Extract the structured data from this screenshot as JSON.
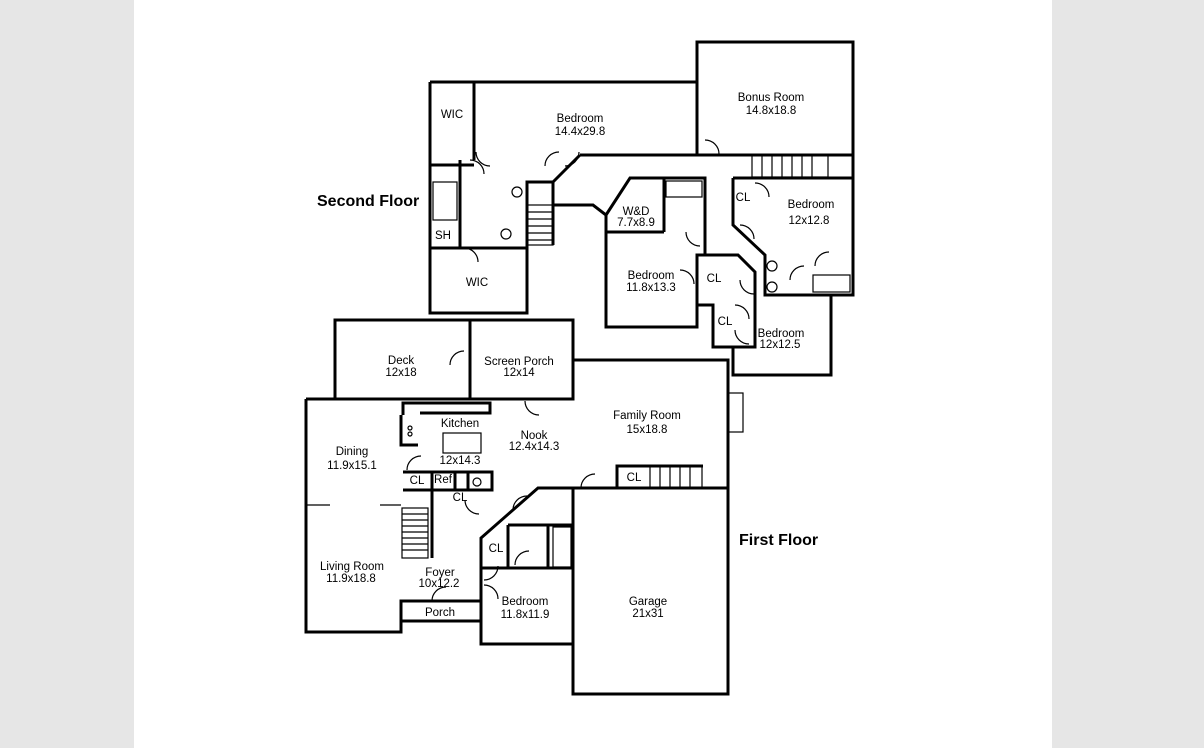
{
  "floors": {
    "second": "Second Floor",
    "first": "First Floor"
  },
  "rooms": {
    "wic_top": "WIC",
    "master_bedroom": {
      "name": "Bedroom",
      "size": "14.4x29.8"
    },
    "bonus_room": {
      "name": "Bonus Room",
      "size": "14.8x18.8"
    },
    "sh": "SH",
    "wic_bottom": "WIC",
    "wd": {
      "name": "W&D",
      "size": "7.7x8.9"
    },
    "cl_upper": "CL",
    "bedroom_2": {
      "name": "Bedroom",
      "size": "12x12.8"
    },
    "bedroom_3": {
      "name": "Bedroom",
      "size": "11.8x13.3"
    },
    "cl_mid": "CL",
    "cl_low": "CL",
    "bedroom_4": {
      "name": "Bedroom",
      "size": "12x12.5"
    },
    "deck": {
      "name": "Deck",
      "size": "12x18"
    },
    "screen_porch": {
      "name": "Screen Porch",
      "size": "12x14"
    },
    "family_room": {
      "name": "Family Room",
      "size": "15x18.8"
    },
    "kitchen": {
      "name": "Kitchen",
      "size": "12x14.3"
    },
    "nook": {
      "name": "Nook",
      "size": "12.4x14.3"
    },
    "dining": {
      "name": "Dining",
      "size": "11.9x15.1"
    },
    "cl_kitchen": "CL",
    "ref": "Ref",
    "cl_stair": "CL",
    "cl_family": "CL",
    "cl_bath": "CL",
    "living_room": {
      "name": "Living Room",
      "size": "11.9x18.8"
    },
    "foyer": {
      "name": "Foyer",
      "size": "10x12.2"
    },
    "porch": "Porch",
    "bedroom_1": {
      "name": "Bedroom",
      "size": "11.8x11.9"
    },
    "garage": {
      "name": "Garage",
      "size": "21x31"
    }
  }
}
